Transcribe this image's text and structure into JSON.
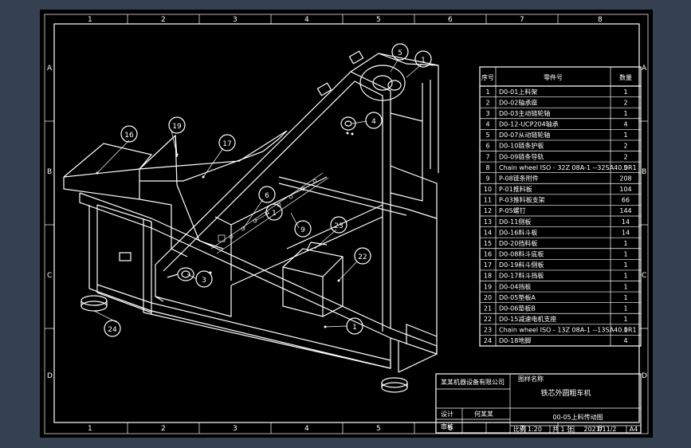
{
  "frame": {
    "border_row_numbers_top": [
      "1",
      "2",
      "3",
      "4",
      "5",
      "6",
      "7",
      "8"
    ],
    "border_row_numbers_bottom": [
      "1",
      "2",
      "3",
      "4",
      "5",
      "6",
      "7",
      "8"
    ],
    "border_letters_left": [
      "A",
      "B",
      "C",
      "D"
    ],
    "border_letters_right": [
      "A",
      "B",
      "C",
      "D"
    ]
  },
  "balloons": [
    "1",
    "5",
    "4",
    "16",
    "19",
    "17",
    "6",
    "1",
    "9",
    "23",
    "22",
    "3",
    "24",
    "1"
  ],
  "bom": {
    "header": {
      "no": "序号",
      "name": "零件号",
      "qty": "数量"
    },
    "rows": [
      {
        "no": "1",
        "name": "D0-01上料架",
        "qty": "1"
      },
      {
        "no": "2",
        "name": "D0-02轴承座",
        "qty": "2"
      },
      {
        "no": "3",
        "name": "D0-03主动链轮轴",
        "qty": "1"
      },
      {
        "no": "4",
        "name": "D0-12-UCP204轴承",
        "qty": "4"
      },
      {
        "no": "5",
        "name": "D0-07从动链轮轴",
        "qty": "1"
      },
      {
        "no": "6",
        "name": "D0-10链条护板",
        "qty": "2"
      },
      {
        "no": "7",
        "name": "D0-09链条导轨",
        "qty": "2"
      },
      {
        "no": "8",
        "name": "Chain wheel ISO - 32Z 08A-1 --32SA40.0R1",
        "qty": "5"
      },
      {
        "no": "9",
        "name": "P-08链条附件",
        "qty": "208"
      },
      {
        "no": "10",
        "name": "P-01推料板",
        "qty": "104"
      },
      {
        "no": "11",
        "name": "P-03推料板支架",
        "qty": "66"
      },
      {
        "no": "12",
        "name": "P-05螺钉",
        "qty": "144"
      },
      {
        "no": "13",
        "name": "D0-11侧板",
        "qty": "14"
      },
      {
        "no": "14",
        "name": "D0-16料斗板",
        "qty": "14"
      },
      {
        "no": "15",
        "name": "D0-20挡料板",
        "qty": "1"
      },
      {
        "no": "16",
        "name": "D0-08料斗底板",
        "qty": "1"
      },
      {
        "no": "17",
        "name": "D0-19料斗侧板",
        "qty": "1"
      },
      {
        "no": "18",
        "name": "D0-17料斗挡板",
        "qty": "1"
      },
      {
        "no": "19",
        "name": "D0-04挡板",
        "qty": "1"
      },
      {
        "no": "20",
        "name": "D0-05垫板A",
        "qty": "1"
      },
      {
        "no": "21",
        "name": "D0-06垫板B",
        "qty": "1"
      },
      {
        "no": "22",
        "name": "D0-15减速电机支座",
        "qty": "1"
      },
      {
        "no": "23",
        "name": "Chain wheel ISO - 13Z 08A-1 --13SA40.0R1",
        "qty": "1"
      },
      {
        "no": "24",
        "name": "D0-18地脚",
        "qty": "4"
      }
    ]
  },
  "title_block": {
    "company": "某某机器设备有限公司",
    "corner_label": "图样名称",
    "title": "铁芯外圆粗车机",
    "drawing_number": "00-05上料传动图",
    "designer_label": "设计",
    "designer": "何某某",
    "checker_label": "审核",
    "scale_label": "比例",
    "scale": "1:20",
    "qty_label": "共 1 张",
    "date": "2021/11/2",
    "sheet_size": "A4"
  },
  "colors": {
    "paper": "#000000",
    "ink": "#ffffff",
    "viewport": "#354050"
  }
}
